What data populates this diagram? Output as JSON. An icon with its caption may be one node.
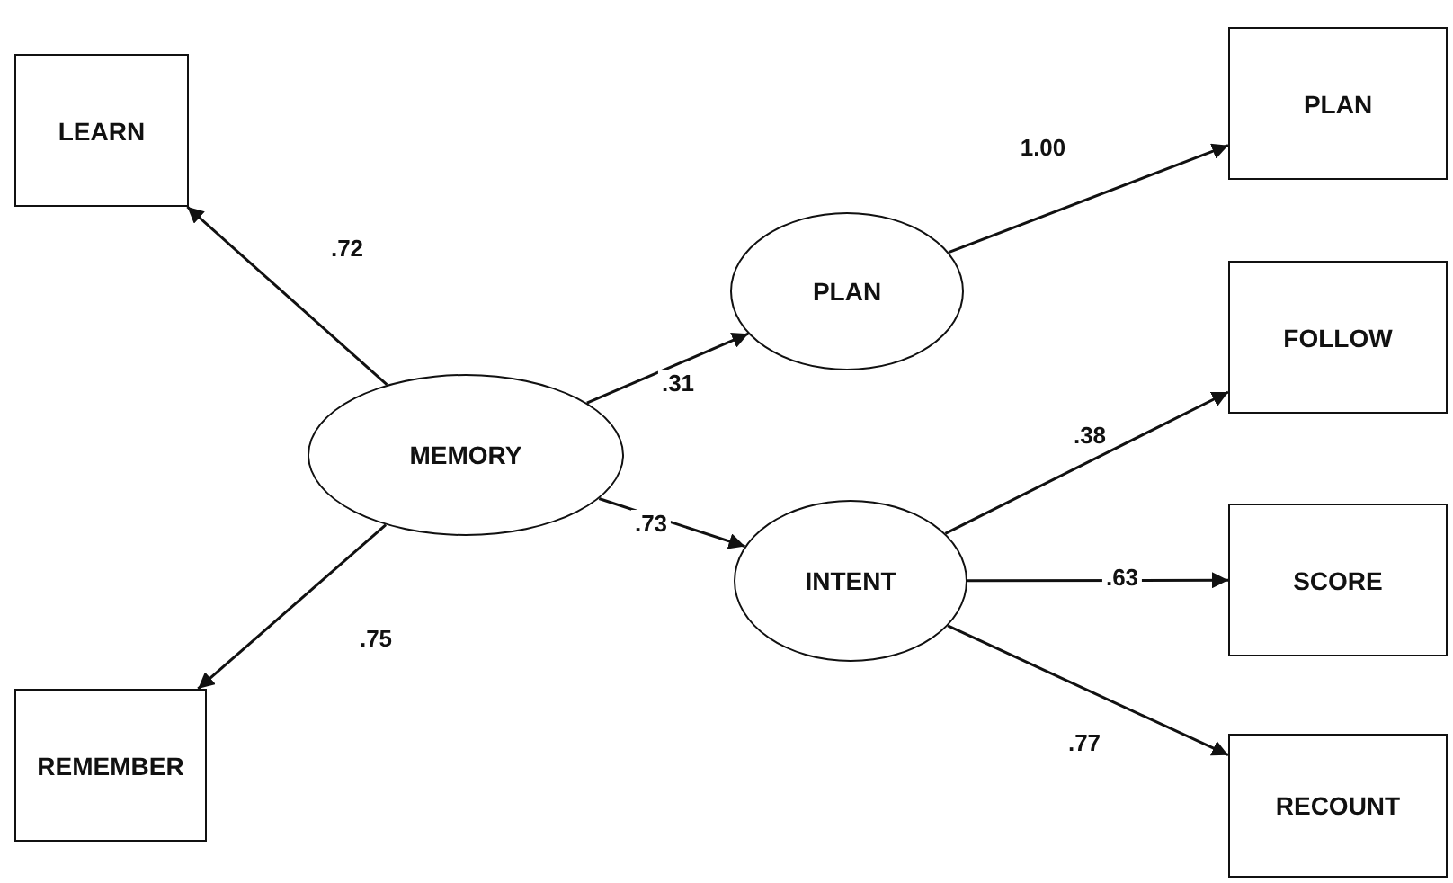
{
  "diagram": {
    "nodes": [
      {
        "text": [
          "LEARN"
        ]
      },
      {
        "text": [
          "MEMORY"
        ]
      },
      {
        "text": [
          "REMEMBER"
        ]
      },
      {
        "text": [
          "PLAN"
        ]
      },
      {
        "text": [
          "INTENT"
        ]
      },
      {
        "text": [
          "PLAN"
        ]
      },
      {
        "text": [
          "FOLLOW"
        ]
      },
      {
        "text": [
          "SCORE"
        ]
      },
      {
        "text": [
          "RECOUNT"
        ]
      }
    ],
    "edges": [
      {
        "from": 1,
        "to": 0,
        "arrow": "to",
        "label": ".72"
      },
      {
        "from": 1,
        "to": 2,
        "arrow": "to",
        "label": ".75"
      },
      {
        "from": 1,
        "to": 3,
        "arrow": "to",
        "label": ".31"
      },
      {
        "from": 1,
        "to": 4,
        "arrow": "to",
        "label": ".73"
      },
      {
        "from": 3,
        "to": 5,
        "arrow": "to",
        "label": "1.00"
      },
      {
        "from": 4,
        "to": 6,
        "arrow": "to",
        "label": ".38"
      },
      {
        "from": 4,
        "to": 7,
        "arrow": "to",
        "label": ".63"
      },
      {
        "from": 4,
        "to": 8,
        "arrow": "to",
        "label": ".77"
      }
    ]
  }
}
